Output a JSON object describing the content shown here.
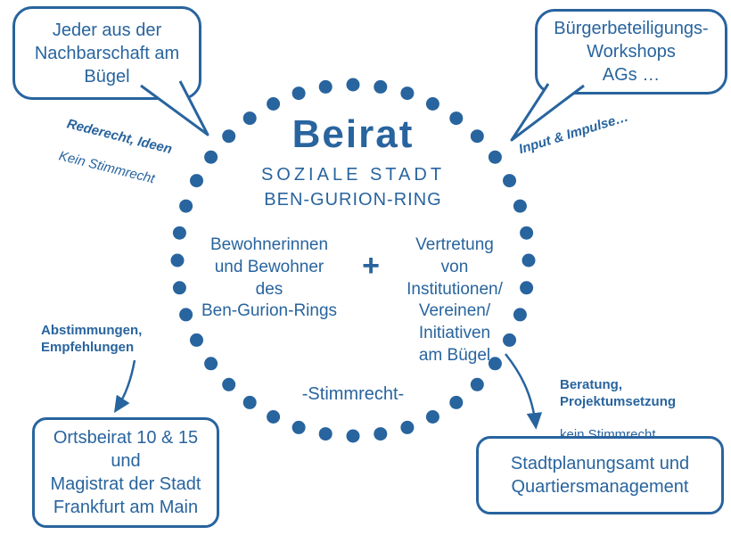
{
  "colors": {
    "primary": "#28649e"
  },
  "circle": {
    "title": "Beirat",
    "subtitle_line1": "SOZIALE STADT",
    "subtitle_line2": "BEN-GURION-RING",
    "member_group_left": "Bewohnerinnen\nund Bewohner\ndes\nBen-Gurion-Rings",
    "plus": "+",
    "member_group_right": "Vertretung\nvon\nInstitutionen/\nVereinen/\nInitiativen\nam Bügel",
    "voting_note": "-Stimmrecht-"
  },
  "bubbles": {
    "top_left": "Jeder aus der\nNachbarschaft am\nBügel",
    "top_right": "Bürgerbeteiligungs-\nWorkshops\nAGs …"
  },
  "notes": {
    "top_left_bold": "Rederecht, Ideen",
    "top_left_regular": "Kein Stimmrecht",
    "top_right": "Input & Impulse…",
    "bottom_left": "Abstimmungen,\nEmpfehlungen",
    "bottom_right_bold": "Beratung,\nProjektumsetzung",
    "bottom_right_regular": "kein Stimmrecht"
  },
  "boxes": {
    "bottom_left": "Ortsbeirat 10 & 15\nund\nMagistrat der Stadt\nFrankfurt am Main",
    "bottom_right": "Stadtplanungsamt und\nQuartiersmanagement"
  }
}
